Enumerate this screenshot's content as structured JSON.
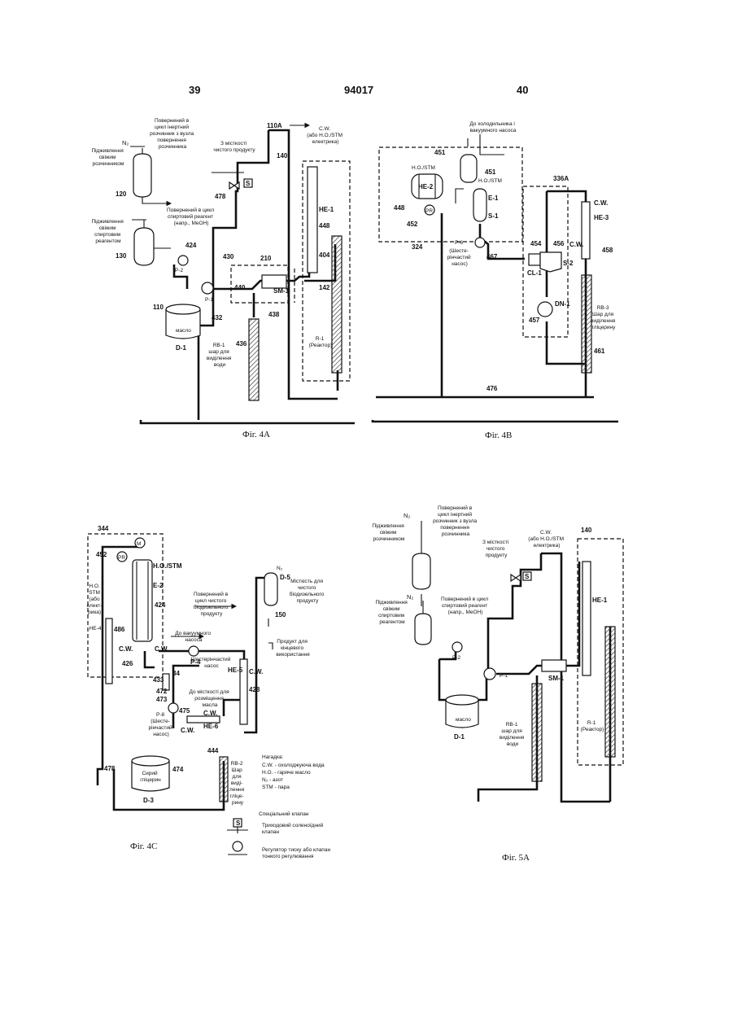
{
  "header": {
    "page_left": "39",
    "patent_number": "94017",
    "page_right": "40"
  },
  "fig4a": {
    "caption": "Фіг. 4А",
    "arrow_ref": "110A",
    "n2": "N₂",
    "return_inert_lines": [
      "Повернений в",
      "цикл інертний",
      "розчинник з вузла",
      "повернення",
      "розчинника"
    ],
    "feed_solvent_lines": [
      "Підживлення",
      "свіжим",
      "розчинником"
    ],
    "from_product_lines": [
      "З місткості",
      "чистого продукту"
    ],
    "cw_lines": [
      "C.W.",
      "(або H.O./STM",
      "електрика)"
    ],
    "returned_reagent_lines": [
      "Повернений в цикл",
      "спиртовий реагент",
      "(напр., MeOH)"
    ],
    "feed_reagent_lines": [
      "Підживлення",
      "свіжим",
      "спиртовим",
      "реагентом"
    ],
    "oil": "масло",
    "rb1_lines": [
      "RB-1",
      "шар для",
      "виділення",
      "води"
    ],
    "reactor_lines": [
      "R-1",
      "(Реактор)"
    ],
    "labels": {
      "n120": "120",
      "n130": "130",
      "n110": "110",
      "d1": "D-1",
      "n478": "478",
      "n424": "424",
      "p2": "P-2",
      "p1": "P-1",
      "n430": "430",
      "n432": "432",
      "n440": "440",
      "n210": "210",
      "sm1": "SM-1",
      "n438": "438",
      "n436": "436",
      "n140": "140",
      "he1": "HE-1",
      "n448": "448",
      "n404": "404",
      "n142": "142",
      "s": "S"
    }
  },
  "fig4b": {
    "caption": "Фіг. 4В",
    "to_cooler_lines": [
      "До холодильника і",
      "вакуумного насоса"
    ],
    "pump_lines": [
      "P-6",
      "(Шесте-",
      "рінчастий",
      "насос)"
    ],
    "rb3_lines": [
      "RB-3",
      "Шар для",
      "виділення",
      "гліцерину"
    ],
    "labels": {
      "n451a": "451",
      "n451b": "451",
      "ho_stm1": "H.O./STM",
      "ho_stm2": "H.O./STM",
      "he2": "HE-2",
      "e1": "E-1",
      "s1": "S-1",
      "n448": "448",
      "pr": "PR",
      "n452": "452",
      "n324": "324",
      "n336a": "336A",
      "cw": "C.W.",
      "cw2": "C.W.",
      "he3": "HE-3",
      "n458": "458",
      "n454": "454",
      "n456": "456",
      "s2": "S-2",
      "n467": "467",
      "cl1": "CL-1",
      "dn1": "DN-1",
      "n457": "457",
      "n461": "461",
      "n476": "476"
    }
  },
  "fig4c": {
    "caption": "Фіг. 4С",
    "glycerin_product_lines": [
      "Місткість для",
      "чистого",
      "біодизельного",
      "продукту"
    ],
    "returned_biodiesel_lines": [
      "Повернений в",
      "цикл чистого",
      "біодизельного",
      "продукту"
    ],
    "to_vac": [
      "До вакуумного",
      "насоса"
    ],
    "gear_pump": [
      "Шестерінчастий",
      "насос"
    ],
    "to_storage_lines": [
      "До місткості для",
      "розміщення",
      "масла"
    ],
    "product_storage_lines": [
      "Продукт для",
      "кінцевого",
      "використання"
    ],
    "p8_lines": [
      "P-8",
      "(Шесте-",
      "рінчастий",
      "насос)"
    ],
    "crude_glycerin": [
      "Сирий",
      "гліцерин"
    ],
    "rb2_lines": [
      "RB-2",
      "Шар",
      "для",
      "виді-",
      "лення",
      "гліце-",
      "рину"
    ],
    "he4_lines": [
      "H.O.",
      "STM",
      "(або",
      "елект-",
      "рика)",
      "HE-4"
    ],
    "legend_title": "Нагадка:",
    "legend_lines": [
      "C.W. - охолоджуюча вода",
      "H.O. - гаряче масло",
      "N₂ - азот",
      "STM - пара"
    ],
    "check_valve": "Спеціальний клапан",
    "solenoid_lines": [
      "Триходовий соленоїдний",
      "клапан"
    ],
    "regulator_lines": [
      "Регулятор тиску або клапан",
      "тонкого регулювання"
    ],
    "labels": {
      "n344": "344",
      "n452": "452",
      "m": "M",
      "ho_stm": "H.O./STM",
      "e2": "E-2",
      "n424": "424",
      "n486": "486",
      "cw": "C.W.",
      "cw2": "C.W.",
      "cw3": "C.W.",
      "n426": "426",
      "p4": "P-4",
      "he5": "HE-5",
      "n428": "428",
      "n433": "433",
      "n34": "34",
      "n472": "472",
      "n473": "473",
      "n475": "475",
      "he6": "HE-6",
      "n444": "444",
      "n478": "478",
      "n474": "474",
      "d3": "D-3",
      "d5": "D-5",
      "n150": "150",
      "n2": "N₂",
      "s": "S",
      "pr": "PR",
      "cw4": "C.W."
    }
  },
  "fig5a": {
    "caption": "Фіг. 5А",
    "n2": "N₂",
    "n2b": "N₂",
    "return_inert_lines": [
      "Повернений в",
      "цикл інертний",
      "розчинник з вузла",
      "повернення",
      "розчинника"
    ],
    "feed_solvent_lines": [
      "Підживлення",
      "свіжим",
      "розчинником"
    ],
    "from_product_lines": [
      "З місткості",
      "чистого",
      "продукту"
    ],
    "cw_lines": [
      "C.W.",
      "(або H.O./STM",
      "електрика)"
    ],
    "returned_reagent_lines": [
      "Повернений в цикл",
      "спиртовий реагент",
      "(напр., MeOH)"
    ],
    "feed_reagent_lines": [
      "Підживлення",
      "свіжим",
      "спиртовим",
      "реагентом"
    ],
    "oil": "масло",
    "rb1_lines": [
      "RB-1",
      "шар для",
      "виділення",
      "води"
    ],
    "reactor_lines": [
      "R-1",
      "(Реактор)"
    ],
    "labels": {
      "n140": "140",
      "he1": "HE-1",
      "p1": "P-1",
      "p2": "P-2",
      "sm1": "SM-1",
      "d1": "D-1",
      "s": "S"
    }
  }
}
